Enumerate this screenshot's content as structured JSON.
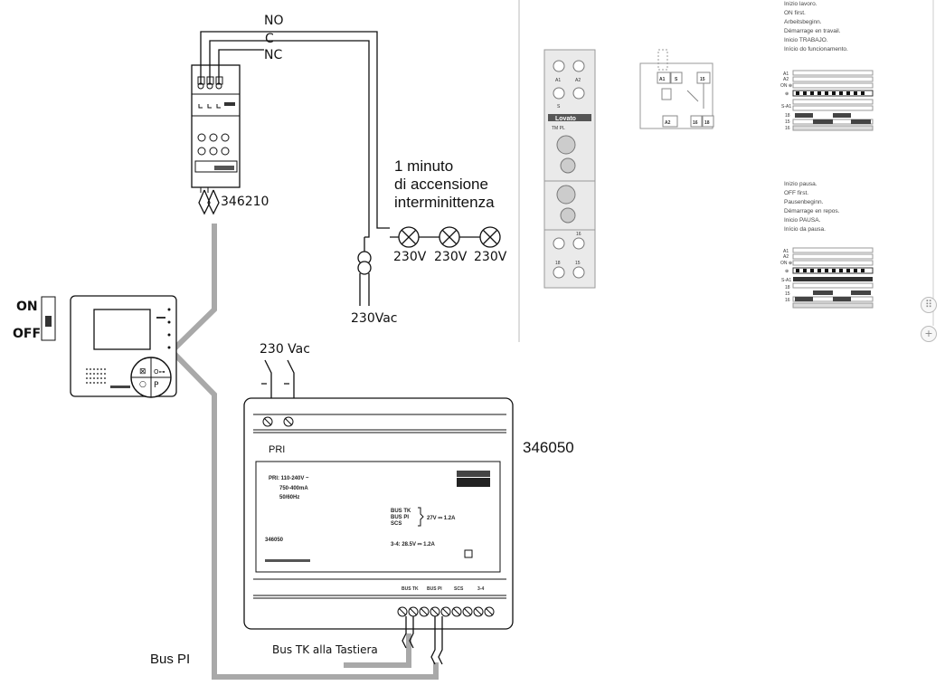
{
  "diagram": {
    "relay_contacts": [
      "NO",
      "C",
      "NC"
    ],
    "relay_code": "346210",
    "caption": [
      "1 minuto",
      "di accensione",
      "interminittenza"
    ],
    "lamp_voltage": [
      "230V",
      "230V",
      "230V"
    ],
    "transformer_supply": "230Vac",
    "switch_on": "ON",
    "switch_off": "OFF",
    "psu_supply": "230 Vac",
    "psu_code": "346050",
    "psu_label_pri": "PRI",
    "psu_spec": [
      "PRI: 110-240V ~",
      "750-400mA",
      "50/60Hz"
    ],
    "psu_bus_lines": [
      "BUS TK",
      "BUS PI",
      "SCS"
    ],
    "psu_bus_rating": "27V ⎓ 1.2A",
    "psu_aux_rating": "3-4: 28.5V ⎓ 1.2A",
    "psu_small_code": "346050",
    "psu_terminals": [
      "BUS TK",
      "BUS PI",
      "SCS",
      "3-4"
    ],
    "bus_tk_label": "Bus TK alla Tastiera",
    "bus_pi_label": "Bus PI",
    "brand": "Lovato"
  },
  "datasheet": {
    "timer_terminals": [
      "A1",
      "A2",
      "S",
      "16",
      "18",
      "15"
    ],
    "timer_model": "TM PL",
    "schematic_labels": [
      "A1",
      "S",
      "15",
      "A2",
      "16",
      "18"
    ],
    "desc_first": [
      "Inizio lavoro.",
      "ON first.",
      "Arbeitsbeginn.",
      "Démarrage en travail.",
      "Inicio TRABAJO.",
      "Início do funcionamento."
    ],
    "desc_second": [
      "Inizio pausa.",
      "OFF first.",
      "Pausenbeginn.",
      "Démarrage en repos.",
      "Inicio PAUSA.",
      "Início da pausa."
    ],
    "timing_rows": [
      "A1",
      "A2",
      "ON ⊕",
      "⊕",
      "S-A1",
      "18",
      "15",
      "16"
    ]
  },
  "controls": {
    "move_icon": "move-icon",
    "zoom_in_label": "+"
  }
}
